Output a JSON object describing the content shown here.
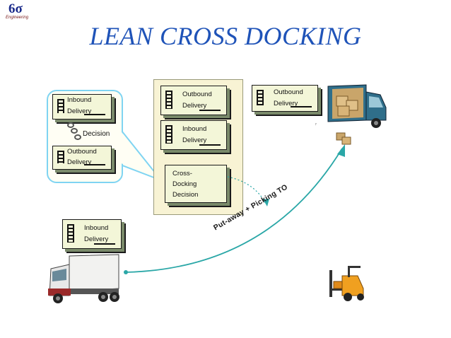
{
  "logo": {
    "mark": "6σ",
    "sub": "Engineering"
  },
  "title": "LEAN CROSS DOCKING",
  "callout": {
    "top_doc": {
      "line1": "Inbound",
      "line2": "Delivery"
    },
    "decision_label": "Decision",
    "bottom_doc": {
      "line1": "Outbound",
      "line2": "Delivery"
    }
  },
  "panel": {
    "doc1": {
      "line1": "Outbound",
      "line2": "Delivery"
    },
    "doc2": {
      "line1": "Inbound",
      "line2": "Delivery"
    },
    "doc3": {
      "line1": "Cross-",
      "line2": "Docking",
      "line3": "Decision"
    }
  },
  "right_doc": {
    "line1": "Outbound",
    "line2": "Delivery"
  },
  "left_doc": {
    "line1": "Inbound",
    "line2": "Delivery"
  },
  "arrow_label": "Put-away + Picking TO",
  "colors": {
    "title": "#1f53b8",
    "arrow": "#2aa7a7",
    "callout_border": "#7fd4f2"
  }
}
